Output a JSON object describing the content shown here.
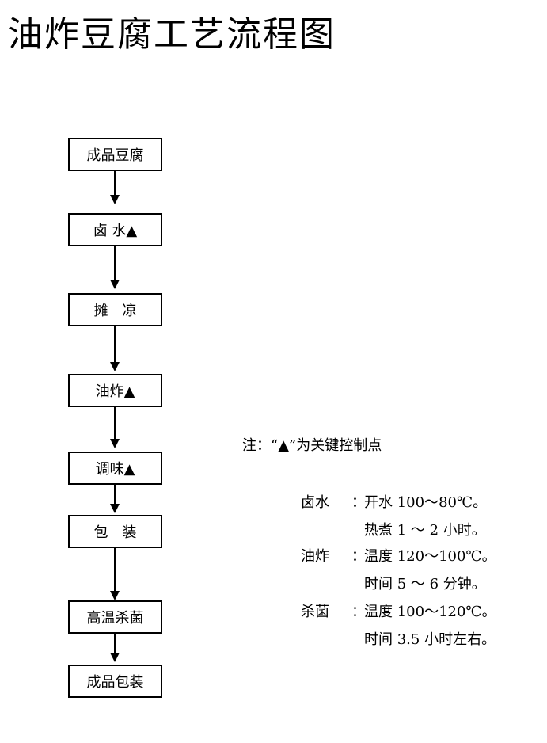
{
  "title": "油炸豆腐工艺流程图",
  "steps": [
    "成品豆腐",
    "卤 水▲",
    "摊　凉",
    "油炸▲",
    "调味▲",
    "包　装",
    "高温杀菌",
    "成品包装"
  ],
  "note": "注：“▲”为关键控制点",
  "params": [
    {
      "label": "卤水",
      "colon": "：",
      "value": "开水 100～80℃。"
    },
    {
      "label": "",
      "colon": "",
      "value": "热煮 1 ～ 2 小时。"
    },
    {
      "label": "油炸",
      "colon": "：",
      "value": "温度 120～100℃。"
    },
    {
      "label": "",
      "colon": "",
      "value": "时间 5 ～ 6 分钟。"
    },
    {
      "label": "杀菌",
      "colon": "：",
      "value": "温度 100～120℃。"
    },
    {
      "label": "",
      "colon": "",
      "value": "时间 3.5 小时左右。"
    }
  ]
}
